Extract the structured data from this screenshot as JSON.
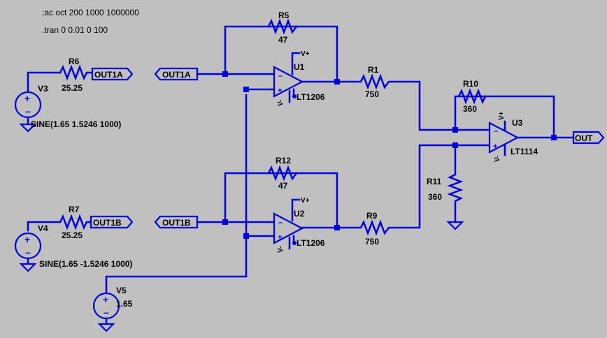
{
  "directives": {
    "ac": ";ac oct 200 1000 1000000",
    "tran": ".tran 0 0.01 0 100"
  },
  "sources": {
    "v3": {
      "name": "V3",
      "value": "SINE(1.65 1.5246 1000)"
    },
    "v4": {
      "name": "V4",
      "value": "SINE(1.65 -1.5246 1000)"
    },
    "v5": {
      "name": "V5",
      "value": "1.65"
    }
  },
  "resistors": {
    "r6": {
      "name": "R6",
      "value": "25.25"
    },
    "r7": {
      "name": "R7",
      "value": "25.25"
    },
    "r5": {
      "name": "R5",
      "value": "47"
    },
    "r12": {
      "name": "R12",
      "value": "47"
    },
    "r1": {
      "name": "R1",
      "value": "750"
    },
    "r9": {
      "name": "R9",
      "value": "750"
    },
    "r10": {
      "name": "R10",
      "value": "360"
    },
    "r11": {
      "name": "R11",
      "value": "360"
    }
  },
  "opamps": {
    "u1": {
      "name": "U1",
      "part": "LT1206"
    },
    "u2": {
      "name": "U2",
      "part": "LT1206"
    },
    "u3": {
      "name": "U3",
      "part": "LT1114"
    }
  },
  "netlabels": {
    "out1a_a": "OUT1A",
    "out1a_b": "OUT1A",
    "out1b_a": "OUT1B",
    "out1b_b": "OUT1B",
    "out": "OUT"
  },
  "power": {
    "vplus": "V+",
    "vminus": "V-"
  },
  "colors": {
    "background": "#c0c0c0",
    "wire": "#0000e0",
    "text": "#000000"
  }
}
